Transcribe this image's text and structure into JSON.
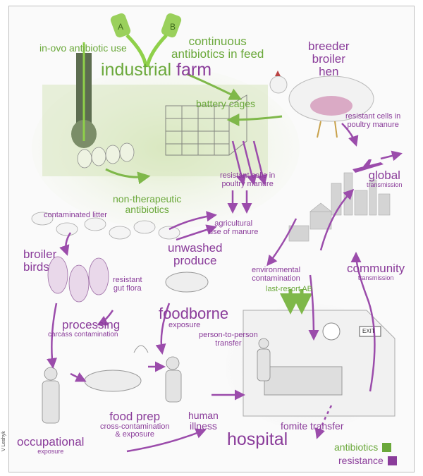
{
  "labels": {
    "in_ovo": "in-ovo antibiotic use",
    "continuous_1": "continuous",
    "continuous_2": "antibiotics in feed",
    "industrial": "industrial",
    "farm": "farm",
    "breeder": "breeder",
    "broiler": "broiler",
    "hen": "hen",
    "battery_cages": "battery cages",
    "resistant_poultry_1": "resistant cells in",
    "resistant_poultry_2": "poultry manure",
    "resistant_poultry_b1": "resistant cells in",
    "resistant_poultry_b2": "poultry manure",
    "non_ther_1": "non-therapeutic",
    "non_ther_2": "antibiotics",
    "global": "global",
    "global_sub": "transmission",
    "contaminated_litter": "contaminated litter",
    "agri_1": "agricultural",
    "agri_2": "use of manure",
    "broiler_birds_1": "broiler",
    "broiler_birds_2": "birds",
    "unwashed_1": "unwashed",
    "unwashed_2": "produce",
    "community": "community",
    "community_sub": "transmission",
    "env_1": "environmental",
    "env_2": "contamination",
    "resistant_gut_1": "resistant",
    "resistant_gut_2": "gut flora",
    "last_resort": "last-resort AB",
    "foodborne": "foodborne",
    "foodborne_sub": "exposure",
    "p2p_1": "person-to-person",
    "p2p_2": "transfer",
    "processing": "processing",
    "processing_sub": "carcass contamination",
    "exit": "EXIT",
    "food_prep": "food prep",
    "food_prep_1": "cross-contamination",
    "food_prep_2": "& exposure",
    "human_1": "human",
    "human_2": "illness",
    "fomite": "fomite transfer",
    "occupational": "occupational",
    "occupational_sub": "exposure",
    "hospital": "hospital",
    "bottle_a": "A",
    "bottle_b": "B"
  },
  "legend": {
    "antibiotics": "antibiotics",
    "resistance": "resistance"
  },
  "credit": "V Leshyk",
  "colors": {
    "antibiotics": "#6aa83a",
    "resistance": "#8a3c9a"
  }
}
